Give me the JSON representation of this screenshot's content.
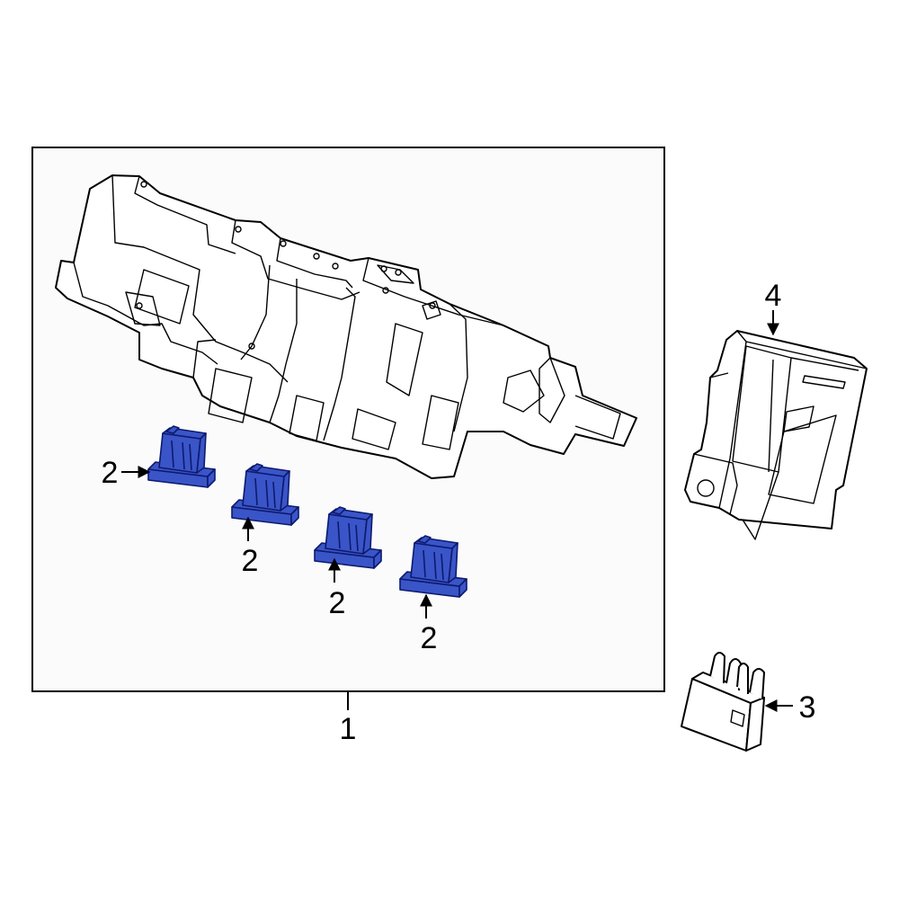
{
  "diagram": {
    "callouts": {
      "housing": "1",
      "relay_small": "2",
      "relay_large": "3",
      "module": "4"
    },
    "colors": {
      "background": "#ffffff",
      "panel_background": "#fbfbfb",
      "highlight_fill": "#3a55c8",
      "highlight_stroke": "#0d1a6e",
      "line": "#000000"
    }
  }
}
